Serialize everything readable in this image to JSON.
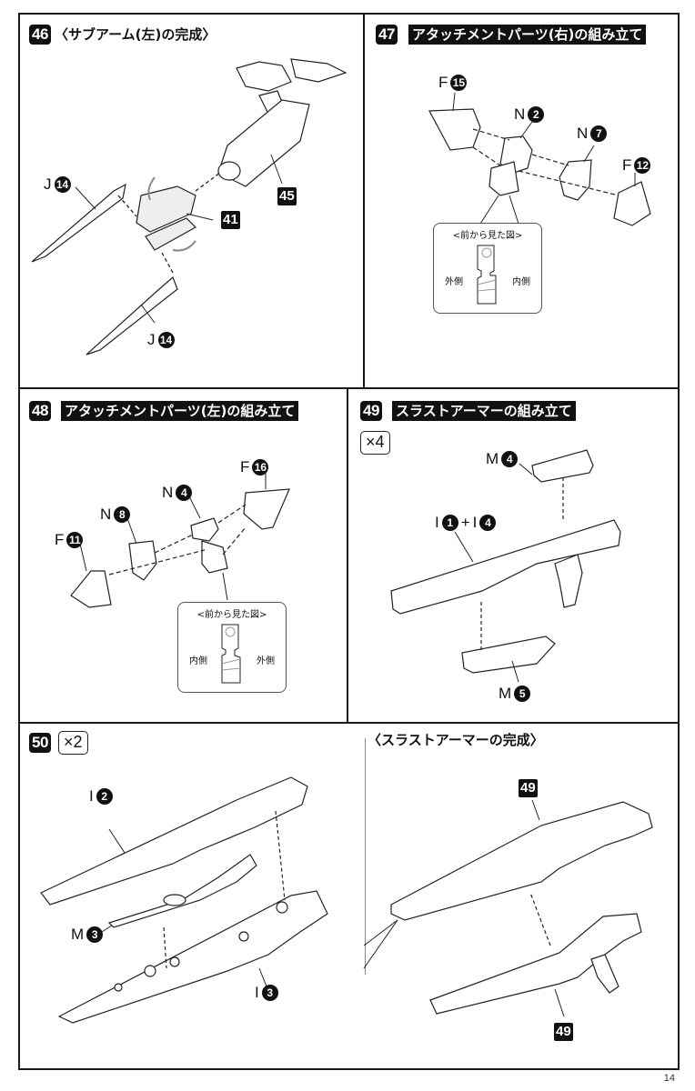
{
  "page": {
    "number": "14"
  },
  "steps": {
    "s46": {
      "number": "46",
      "title": "〈サブアーム(左)の完成〉",
      "labels": {
        "j14_top": {
          "letter": "J",
          "num": "14"
        },
        "j14_bottom": {
          "letter": "J",
          "num": "14"
        },
        "ref45": "45",
        "ref41": "41"
      }
    },
    "s47": {
      "number": "47",
      "title": "アタッチメントパーツ(右)の組み立て",
      "labels": {
        "f15": {
          "letter": "F",
          "num": "15"
        },
        "n2": {
          "letter": "N",
          "num": "2"
        },
        "n7": {
          "letter": "N",
          "num": "7"
        },
        "f12": {
          "letter": "F",
          "num": "12"
        }
      },
      "callout": {
        "title": "<前から見た図>",
        "left": "外側",
        "right": "内側"
      }
    },
    "s48": {
      "number": "48",
      "title": "アタッチメントパーツ(左)の組み立て",
      "labels": {
        "f16": {
          "letter": "F",
          "num": "16"
        },
        "n4": {
          "letter": "N",
          "num": "4"
        },
        "n8": {
          "letter": "N",
          "num": "8"
        },
        "f11": {
          "letter": "F",
          "num": "11"
        }
      },
      "callout": {
        "title": "<前から見た図>",
        "left": "内側",
        "right": "外側"
      }
    },
    "s49": {
      "number": "49",
      "title": "スラストアーマーの組み立て",
      "multiplier": "×4",
      "labels": {
        "m4": {
          "letter": "M",
          "num": "4"
        },
        "i1": {
          "letter": "I",
          "num": "1"
        },
        "plus": "+",
        "i4": {
          "letter": "I",
          "num": "4"
        },
        "m5": {
          "letter": "M",
          "num": "5"
        }
      }
    },
    "s50": {
      "number": "50",
      "multiplier": "×2",
      "labels": {
        "i2": {
          "letter": "I",
          "num": "2"
        },
        "m3": {
          "letter": "M",
          "num": "3"
        },
        "i3": {
          "letter": "I",
          "num": "3"
        }
      }
    },
    "complete": {
      "title": "〈スラストアーマーの完成〉",
      "labels": {
        "ref49_top": "49",
        "ref49_bottom": "49"
      }
    }
  }
}
